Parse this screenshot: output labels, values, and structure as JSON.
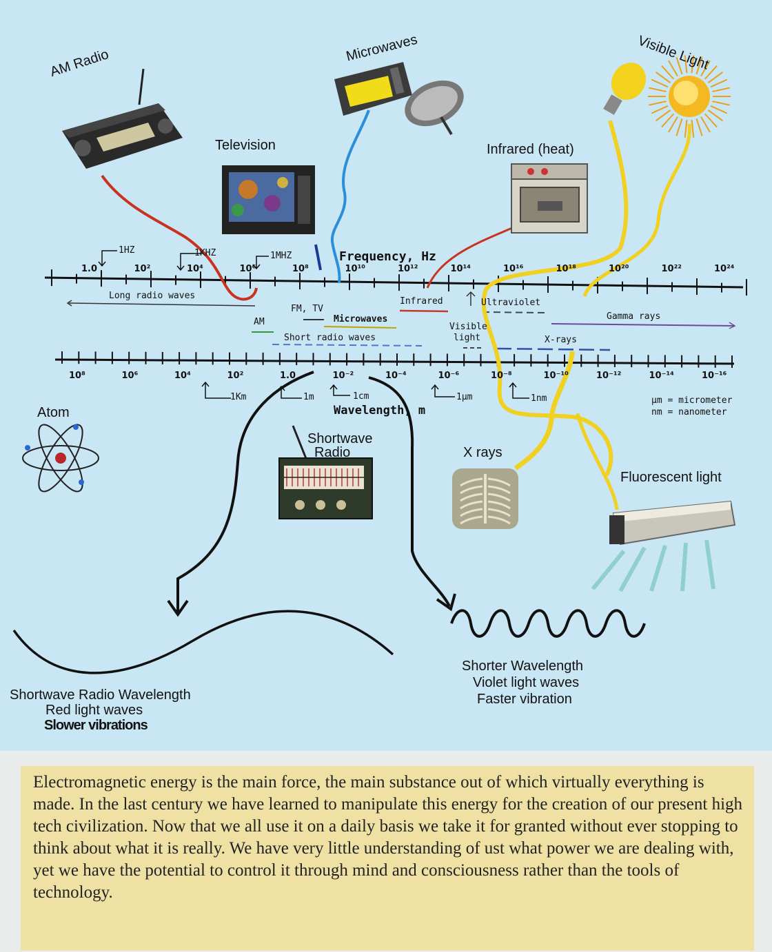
{
  "devices": {
    "am_radio": "AM Radio",
    "microwaves": "Microwaves",
    "visible_light": "Visible Light",
    "television": "Television",
    "infrared": "Infrared (heat)",
    "atom": "Atom",
    "shortwave_line1": "Shortwave",
    "shortwave_line2": "Radio",
    "xrays": "X rays",
    "fluorescent": "Fluorescent light"
  },
  "frequency_axis": {
    "title": "Frequency, Hz",
    "ticks": [
      "1.0",
      "10²",
      "10⁴",
      "10⁶",
      "10⁸",
      "10¹⁰",
      "10¹²",
      "10¹⁴",
      "10¹⁶",
      "10¹⁸",
      "10²⁰",
      "10²²",
      "10²⁴"
    ],
    "markers": [
      "1HZ",
      "1KHZ",
      "1MHZ"
    ]
  },
  "bands": {
    "long_radio": "Long radio waves",
    "fm_tv": "FM, TV",
    "microwaves": "Microwaves",
    "am": "AM",
    "short_radio": "Short radio waves",
    "infrared": "Infrared",
    "ultraviolet": "Ultraviolet",
    "visible_line1": "Visible",
    "visible_line2": "light",
    "gamma": "Gamma rays",
    "xrays": "X-rays"
  },
  "wavelength_axis": {
    "title": "Wavelength, m",
    "ticks": [
      "10⁸",
      "10⁶",
      "10⁴",
      "10²",
      "1.0",
      "10⁻²",
      "10⁻⁴",
      "10⁻⁶",
      "10⁻⁸",
      "10⁻¹⁰",
      "10⁻¹²",
      "10⁻¹⁴",
      "10⁻¹⁶"
    ],
    "markers": [
      "1Km",
      "1m",
      "1cm",
      "1µm",
      "1nm"
    ],
    "legend_line1": "µm = micrometer",
    "legend_line2": "nm = nanometer"
  },
  "waves": {
    "left_line1": "Shortwave Radio Wavelength",
    "left_line2": "Red light waves",
    "left_line3": "Slower vibrations",
    "right_line1": "Shorter Wavelength",
    "right_line2": "Violet light waves",
    "right_line3": "Faster vibration"
  },
  "caption": "Electromagnetic energy is the main force, the main substance out of which virtually everything is made. In the last century we have learned to manipulate this energy for the creation of our present high tech civilization. Now that we all use it on a daily basis we take it for granted without ever stopping to think about what it is really. We have very little understanding of ust what power we are dealing with, yet we have the potential to control it through mind and consciousness rather than the tools of technology."
}
